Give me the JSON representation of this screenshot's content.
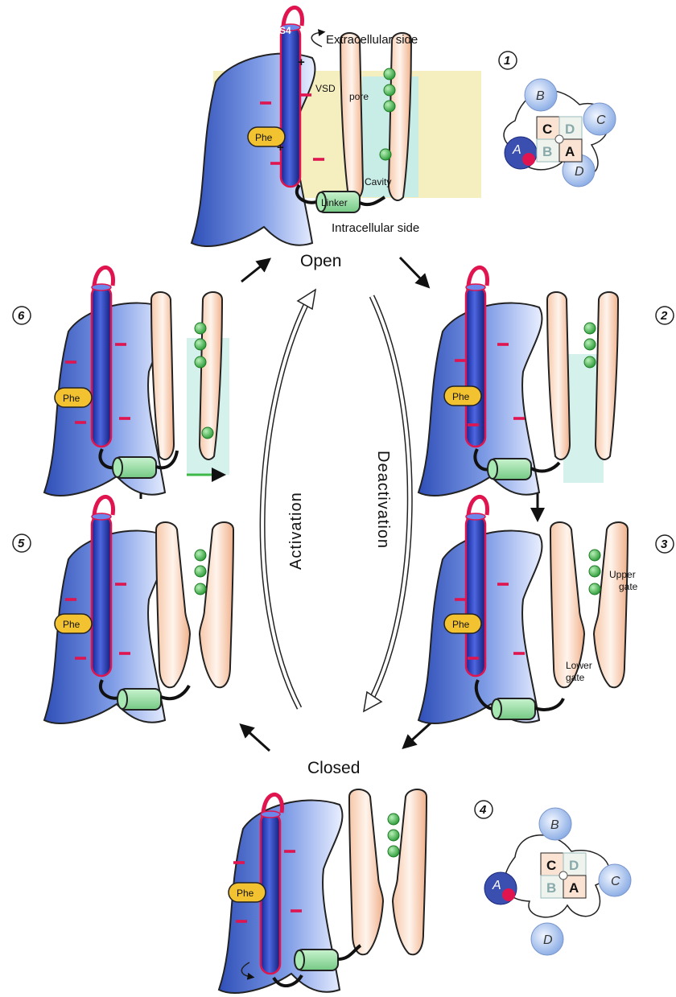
{
  "labels": {
    "extracellular": "Extracellular side",
    "intracellular": "Intracellular side",
    "s4": "S4",
    "vsd": "VSD",
    "pore": "pore",
    "cavity": "Cavity",
    "linker": "Linker",
    "phe": "Phe",
    "upper_gate_1": "Upper",
    "upper_gate_2": "gate",
    "lower_gate_1": "Lower",
    "lower_gate_2": "gate",
    "open": "Open",
    "closed": "Closed",
    "activation": "Activation",
    "deactivation": "Deactivation"
  },
  "steps": [
    "1",
    "2",
    "3",
    "4",
    "5",
    "6"
  ],
  "subunits": {
    "outer": [
      "A",
      "B",
      "C",
      "D"
    ],
    "core": [
      "C",
      "D",
      "B",
      "A"
    ]
  },
  "colors": {
    "vsd_blue": "#5b7fd6",
    "s4_rod": "#1c2fa8",
    "s4_loop": "#e0154f",
    "pore_peach": "#f0b595",
    "membrane": "#f5efc0",
    "cavity": "#c8ece6",
    "linker_green": "#9fe0a8",
    "phe_yellow": "#f2c230",
    "ion_green": "#3fb84a"
  }
}
